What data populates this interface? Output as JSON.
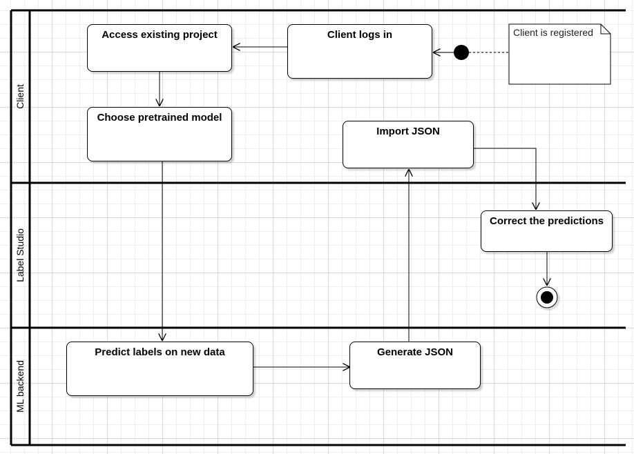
{
  "diagram": {
    "lanes": [
      {
        "id": "client",
        "label": "Client"
      },
      {
        "id": "label-studio",
        "label": "Label Studio"
      },
      {
        "id": "ml-backend",
        "label": "ML backend"
      }
    ],
    "nodes": {
      "access_project": "Access existing project",
      "client_logs_in": "Client logs in",
      "choose_model": "Choose pretrained model",
      "import_json": "Import JSON",
      "correct_predictions": "Correct the predictions",
      "predict_labels": "Predict labels on new data",
      "generate_json": "Generate JSON"
    },
    "note": "Client is registered",
    "edges": [
      {
        "from": "start",
        "to": "client_logs_in"
      },
      {
        "from": "client_logs_in",
        "to": "access_project"
      },
      {
        "from": "access_project",
        "to": "choose_model"
      },
      {
        "from": "choose_model",
        "to": "predict_labels"
      },
      {
        "from": "predict_labels",
        "to": "generate_json"
      },
      {
        "from": "generate_json",
        "to": "import_json"
      },
      {
        "from": "import_json",
        "to": "correct_predictions"
      },
      {
        "from": "correct_predictions",
        "to": "end"
      }
    ]
  }
}
